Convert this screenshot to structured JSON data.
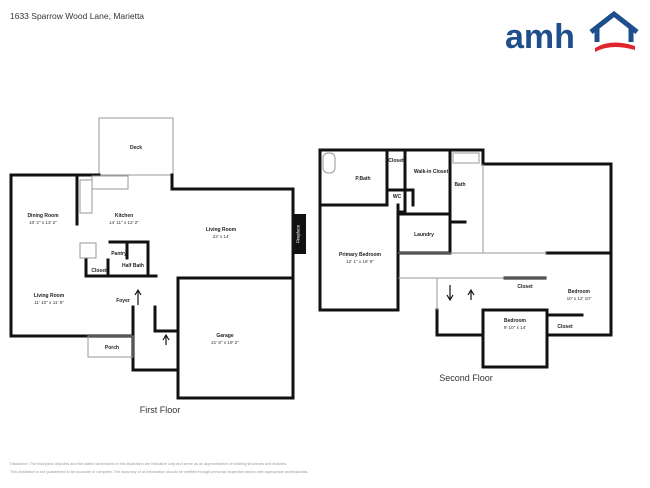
{
  "header": {
    "address": "1633 Sparrow Wood Lane, Marietta"
  },
  "logo": {
    "text": "amh",
    "colors": {
      "blue": "#1f4e8c",
      "red": "#e0262b"
    }
  },
  "first_floor": {
    "title": "First Floor",
    "rooms": {
      "deck": {
        "name": "Deck"
      },
      "dining": {
        "name": "Dining Room",
        "dims": "10' 2\" x 13' 2\""
      },
      "kitchen": {
        "name": "Kitchen",
        "dims": "14' 11\" x 12' 2\""
      },
      "living_main": {
        "name": "Living Room",
        "dims": "23' x 14'"
      },
      "fireplace": {
        "name": "Fireplace"
      },
      "pantry": {
        "name": "Pantry"
      },
      "closet": {
        "name": "Closet"
      },
      "half_bath": {
        "name": "Half Bath"
      },
      "living_front": {
        "name": "Living Room",
        "dims": "11' 10\" x 11' 9\""
      },
      "foyer": {
        "name": "Foyer"
      },
      "porch": {
        "name": "Porch"
      },
      "garage": {
        "name": "Garage",
        "dims": "21' 8\" x 19' 2\""
      }
    }
  },
  "second_floor": {
    "title": "Second Floor",
    "rooms": {
      "pbath": {
        "name": "P.Bath"
      },
      "closet_top": {
        "name": "Closet"
      },
      "walkin": {
        "name": "Walk-in Closet"
      },
      "wc": {
        "name": "WC"
      },
      "bath": {
        "name": "Bath"
      },
      "laundry": {
        "name": "Laundry"
      },
      "primary": {
        "name": "Primary Bedroom",
        "dims": "12' 1\" x 18' 9\""
      },
      "bed_center": {
        "name": "Bedroom",
        "dims": "9' 10\" x 14'"
      },
      "closet_center": {
        "name": "Closet"
      },
      "bed_right": {
        "name": "Bedroom",
        "dims": "10' x 12' 10\""
      },
      "closet_right": {
        "name": "Closet"
      }
    }
  },
  "disclaimer": {
    "line1": "Disclaimer: The floorplans depicted and the stated dimensions in this illustration are indicative only and serve as an approximation of existing structures and features.",
    "line2": "This illustration is not guaranteed to be accurate or complete. The accuracy of all information should be verified through personal inspection and/or with appropriate professionals."
  }
}
